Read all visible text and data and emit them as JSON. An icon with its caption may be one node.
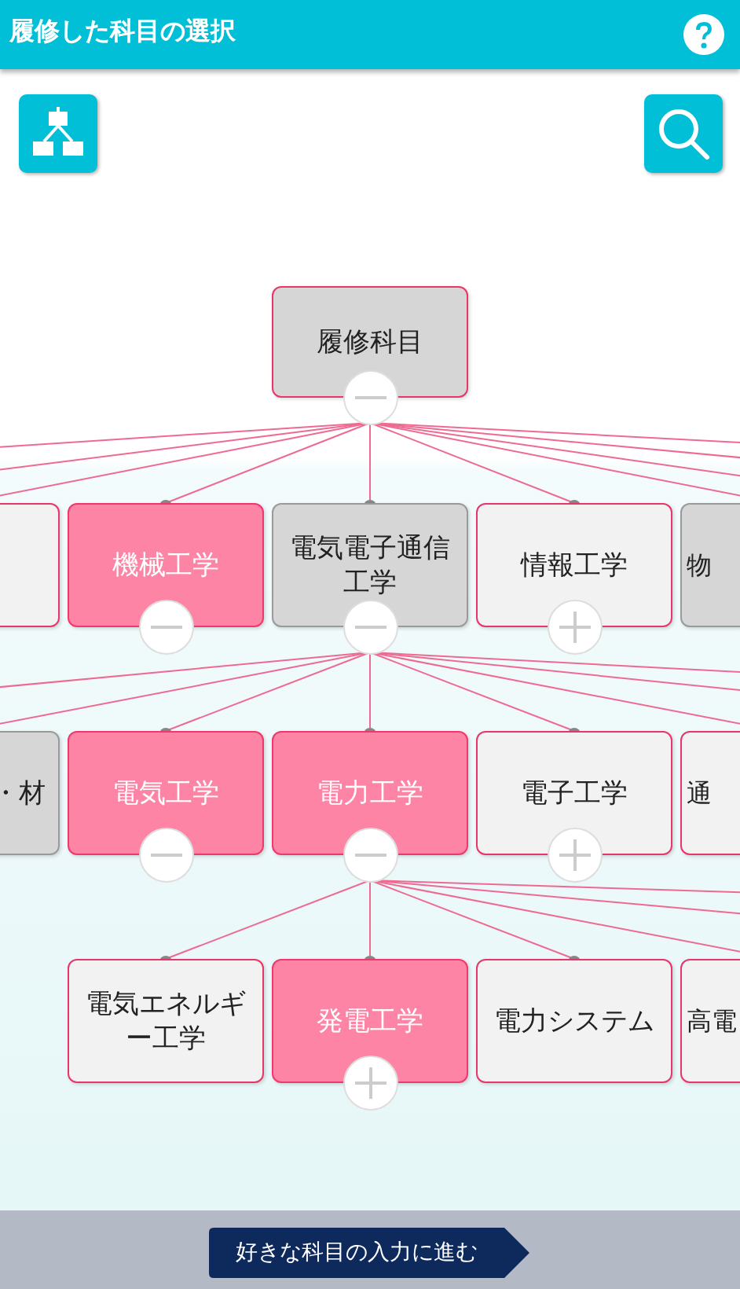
{
  "diagram": {
    "title": "履修した科目の選択",
    "nodes": [
      {
        "text": [
          "履修科目"
        ]
      },
      {
        "text": [],
        "shape": "box"
      },
      {
        "text": [
          "機械工学"
        ]
      },
      {
        "text": [
          "電気電子通信工学"
        ]
      },
      {
        "text": [
          "情報工学"
        ]
      },
      {
        "text": [
          "物"
        ]
      },
      {
        "text": [
          "・材"
        ]
      },
      {
        "text": [
          "電気工学"
        ]
      },
      {
        "text": [
          "電力工学"
        ]
      },
      {
        "text": [
          "電子工学"
        ]
      },
      {
        "text": [
          "通"
        ]
      },
      {
        "text": [
          "電気エネルギー工学"
        ]
      },
      {
        "text": [
          "発電工学"
        ]
      },
      {
        "text": [
          "電力システム"
        ]
      },
      {
        "text": [
          "高電"
        ]
      }
    ],
    "edges": [
      {
        "from": 0,
        "to": null,
        "arrow": "none"
      },
      {
        "from": 0,
        "to": null,
        "arrow": "none"
      },
      {
        "from": 0,
        "to": 1,
        "arrow": "other"
      },
      {
        "from": 0,
        "to": 2,
        "arrow": "other"
      },
      {
        "from": 0,
        "to": 3,
        "arrow": "other"
      },
      {
        "from": 0,
        "to": 4,
        "arrow": "other"
      },
      {
        "from": 0,
        "to": 5,
        "arrow": "other"
      },
      {
        "from": 0,
        "to": null,
        "arrow": "none"
      },
      {
        "from": 0,
        "to": null,
        "arrow": "none"
      },
      {
        "from": 0,
        "to": null,
        "arrow": "none"
      },
      {
        "from": 3,
        "to": null,
        "arrow": "none"
      },
      {
        "from": 3,
        "to": 6,
        "arrow": "other"
      },
      {
        "from": 3,
        "to": 7,
        "arrow": "other"
      },
      {
        "from": 3,
        "to": 8,
        "arrow": "other"
      },
      {
        "from": 3,
        "to": 9,
        "arrow": "other"
      },
      {
        "from": 3,
        "to": 10,
        "arrow": "other"
      },
      {
        "from": 3,
        "to": null,
        "arrow": "none"
      },
      {
        "from": 3,
        "to": null,
        "arrow": "none"
      },
      {
        "from": 8,
        "to": 11,
        "arrow": "other"
      },
      {
        "from": 8,
        "to": 12,
        "arrow": "other"
      },
      {
        "from": 8,
        "to": 13,
        "arrow": "other"
      },
      {
        "from": 8,
        "to": 14,
        "arrow": "other"
      },
      {
        "from": 8,
        "to": null,
        "arrow": "none"
      },
      {
        "from": 8,
        "to": null,
        "arrow": "none"
      }
    ],
    "labels": [
      "好きな科目の入力に進む"
    ]
  }
}
